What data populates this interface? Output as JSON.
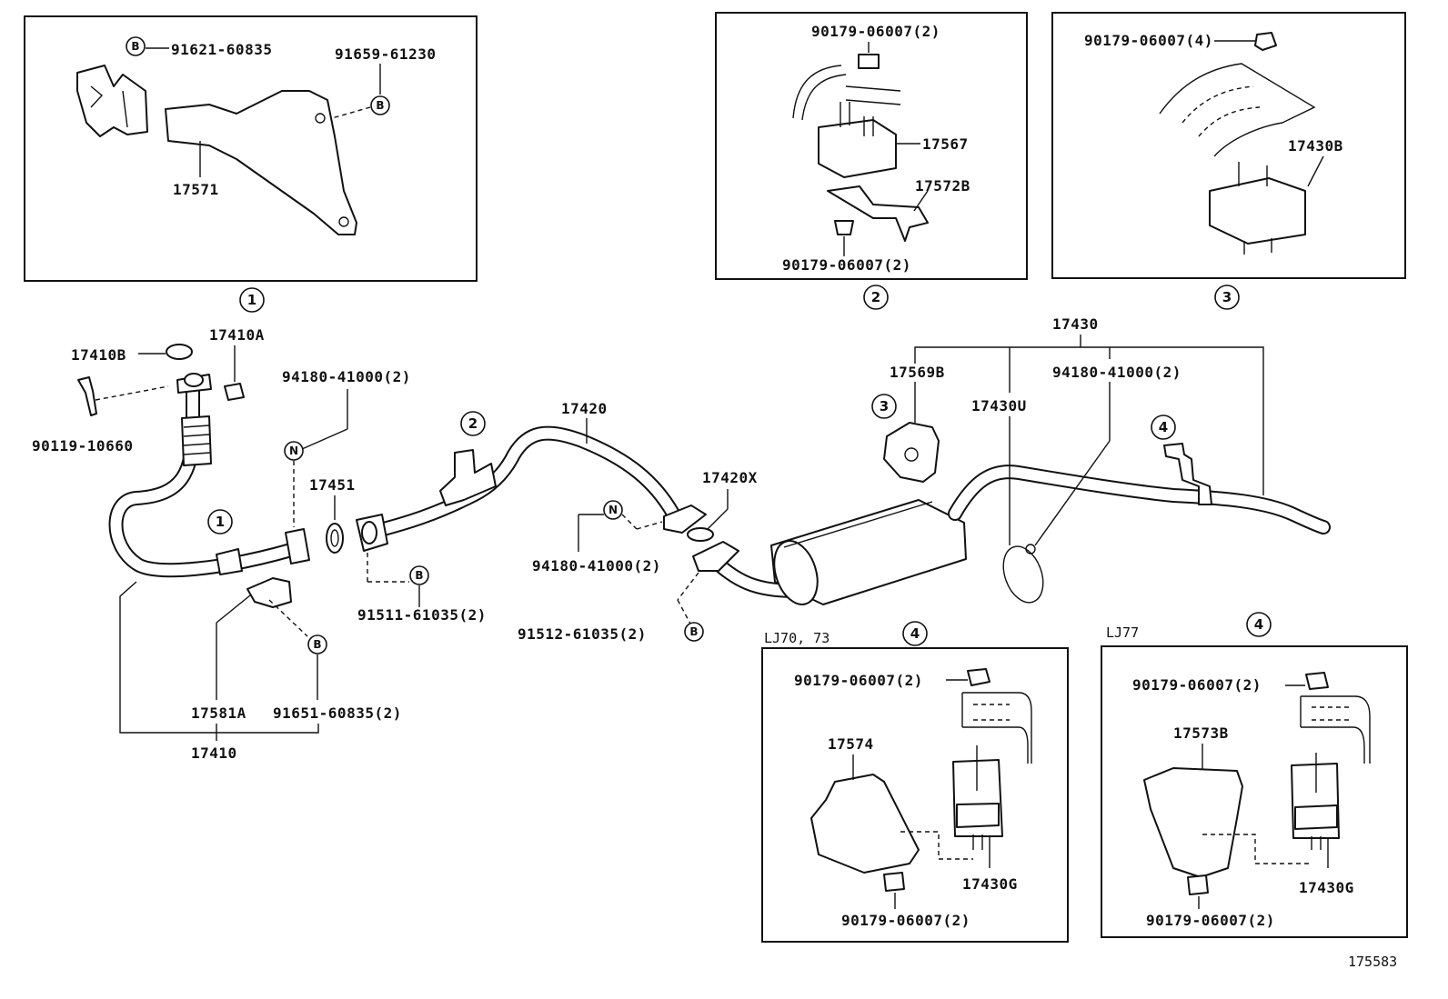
{
  "diagram": {
    "figure_number": "175583",
    "callouts": {
      "c1": "1",
      "c2": "2",
      "c3": "3",
      "c4": "4"
    },
    "badges": {
      "B": "B",
      "N": "N"
    },
    "box1": {
      "p91621": "91621-60835",
      "p91659": "91659-61230",
      "p17571": "17571"
    },
    "box2": {
      "nut_top": "90179-06007(2)",
      "p17567": "17567",
      "p17572B": "17572B",
      "nut_bottom": "90179-06007(2)"
    },
    "box3": {
      "nut_top": "90179-06007(4)",
      "p17430B": "17430B"
    },
    "box4a": {
      "variant": "LJ70, 73",
      "nut_top": "90179-06007(2)",
      "p17574": "17574",
      "p17430G": "17430G",
      "nut_bottom": "90179-06007(2)"
    },
    "box4b": {
      "variant": "LJ77",
      "nut_top": "90179-06007(2)",
      "p17573B": "17573B",
      "p17430G": "17430G",
      "nut_bottom": "90179-06007(2)"
    },
    "main": {
      "p17410B": "17410B",
      "p17410A": "17410A",
      "p90119": "90119-10660",
      "p94180_a": "94180-41000(2)",
      "p17451": "17451",
      "p17420": "17420",
      "p17420X": "17420X",
      "p94180_b": "94180-41000(2)",
      "p91511": "91511-61035(2)",
      "p91512": "91512-61035(2)",
      "p17581A": "17581A",
      "p91651": "91651-60835(2)",
      "p17410": "17410",
      "p17430": "17430",
      "p17569B": "17569B",
      "p17430U": "17430U",
      "p94180_c": "94180-41000(2)"
    }
  }
}
